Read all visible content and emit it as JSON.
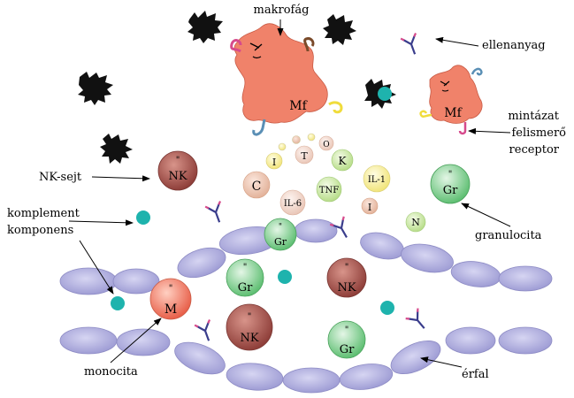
{
  "labels": {
    "makrofag": "makrofág",
    "ellenanyag": "ellenanyag",
    "mintazat_1": "mintázat",
    "mintazat_2": "felismerő",
    "mintazat_3": "receptor",
    "nk_sejt": "NK-sejt",
    "komplement_1": "komplement",
    "komplement_2": "komponens",
    "granulocita": "granulocita",
    "monocita": "monocita",
    "erfal": "érfal"
  },
  "cells": {
    "mf": "Mf",
    "nk": "NK",
    "gr": "Gr",
    "m": "M"
  },
  "mediators": {
    "c": "C",
    "il6": "IL-6",
    "tnf": "TNF",
    "il1": "IL-1",
    "i": "I",
    "t": "T",
    "o": "O",
    "k": "K",
    "n": "N"
  },
  "colors": {
    "macrophage": "#f0826a",
    "nk": "#a8554f",
    "granulocyte": "#8fd19a",
    "monocyte": "#f0806a",
    "complement": "#1eb3ad",
    "endothelium": "#b4b3e0",
    "antibody": "#3a3d8c"
  }
}
